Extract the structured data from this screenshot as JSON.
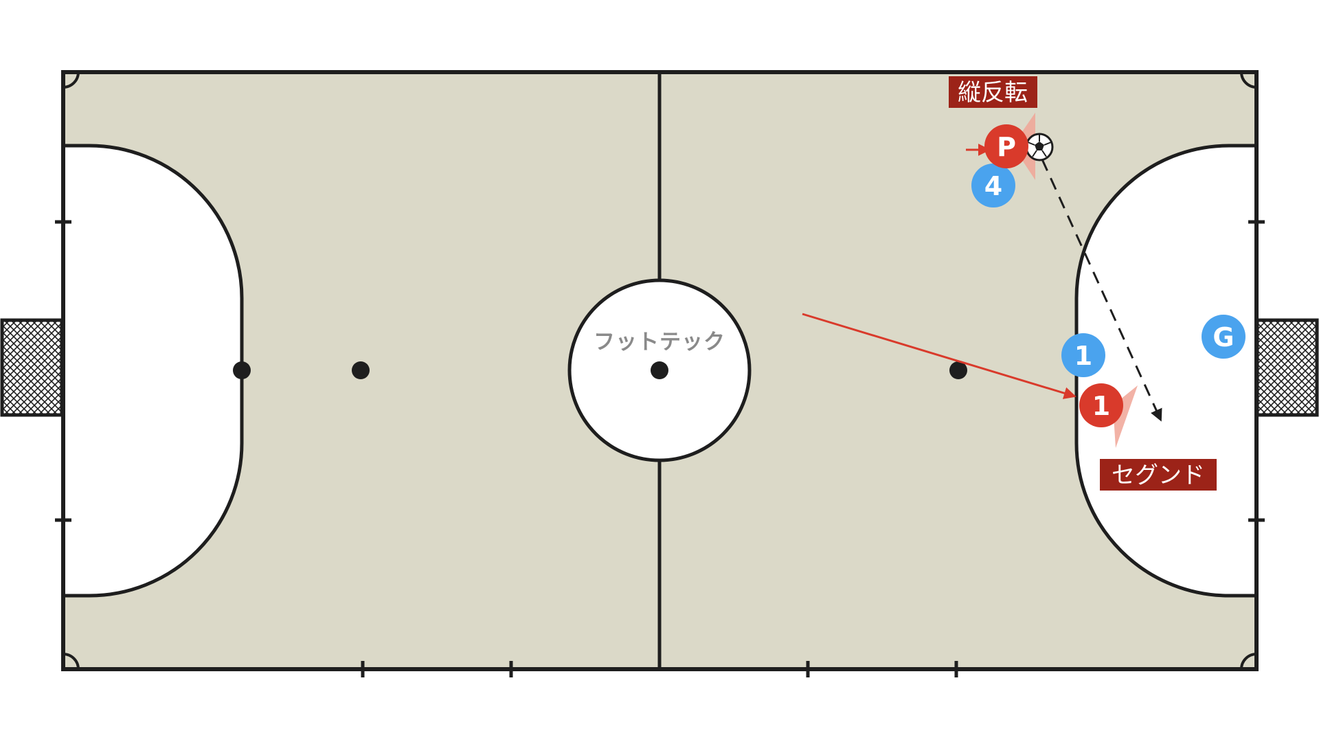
{
  "center_logo": "フットテック",
  "labels": {
    "top_callout": "縦反転",
    "right_callout": "セグンド"
  },
  "players": {
    "red_pivot": "P",
    "red_one": "1",
    "blue_four": "4",
    "blue_one": "1",
    "blue_goalkeeper": "G"
  },
  "colors": {
    "court": "#dbd9c8",
    "lines": "#1e1e1e",
    "red_player": "#d93a2b",
    "blue_player": "#4aa3ee",
    "callout_bg": "#9c2318",
    "arrow_red": "#d93a2b",
    "cone": "#f0a596"
  }
}
